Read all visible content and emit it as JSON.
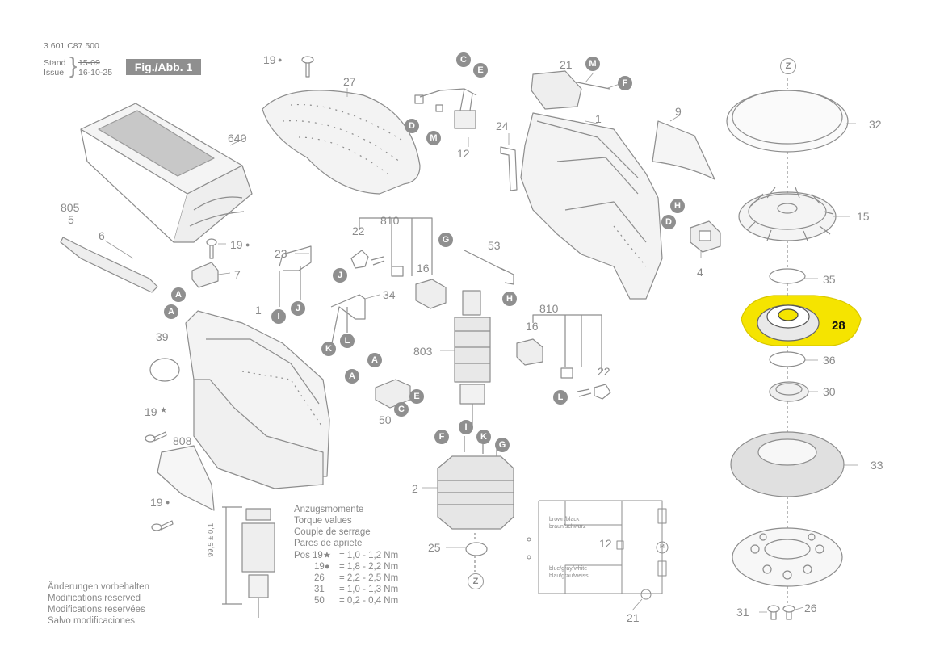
{
  "header": {
    "part_no": "3 601 C87 500",
    "stand_label": "Stand",
    "issue_label": "Issue",
    "stand_value": "15-09",
    "issue_value": "16-10-25",
    "figure": "Fig./Abb. 1"
  },
  "highlight_color": "#f5e400",
  "highlighted_part": "28",
  "parts": {
    "p19a": "19",
    "p27": "27",
    "p21": "21",
    "p1a": "1",
    "p9": "9",
    "p32": "32",
    "p640": "640",
    "p12a": "12",
    "p24": "24",
    "p15": "15",
    "p805": "805",
    "p5": "5",
    "p6": "6",
    "p19b": "19",
    "p7": "7",
    "p23": "23",
    "p22a": "22",
    "p810a": "810",
    "p16a": "16",
    "p53": "53",
    "p4": "4",
    "p35": "35",
    "p1b": "1",
    "p34": "34",
    "p39": "39",
    "p810b": "810",
    "p16b": "16",
    "p803": "803",
    "p22b": "22",
    "p36": "36",
    "p30": "30",
    "p19c": "19",
    "p50": "50",
    "p808": "808",
    "p33": "33",
    "p2": "2",
    "p19d": "19",
    "p25": "25",
    "p12b": "12",
    "p21b": "21",
    "p31": "31",
    "p26": "26"
  },
  "letters": {
    "C1": "C",
    "E1": "E",
    "M1": "M",
    "F1": "F",
    "D1": "D",
    "M2": "M",
    "Z1": "Z",
    "H1": "H",
    "D2": "D",
    "G1": "G",
    "J1": "J",
    "I1": "I",
    "J2": "J",
    "H2": "H",
    "A1": "A",
    "A2": "A",
    "K1": "K",
    "L1": "L",
    "A3": "A",
    "A4": "A",
    "E2": "E",
    "C2": "C",
    "L2": "L",
    "I2": "I",
    "F2": "F",
    "K2": "K",
    "G2": "G",
    "Z2": "Z"
  },
  "torque": {
    "title_de": "Anzugsmomente",
    "title_en": "Torque values",
    "title_fr": "Couple de serrage",
    "title_es": "Pares de apriete",
    "rows": [
      {
        "pos": "Pos 19★",
        "val": "= 1,0 - 1,2 Nm"
      },
      {
        "pos": "19●",
        "val": "= 1,8 - 2,2 Nm"
      },
      {
        "pos": "26",
        "val": "= 2,2 - 2,5 Nm"
      },
      {
        "pos": "31",
        "val": "= 1,0 - 1,3 Nm"
      },
      {
        "pos": "50",
        "val": "= 0,2 - 0,4 Nm"
      }
    ]
  },
  "notes": [
    "Änderungen vorbehalten",
    "Modifications reserved",
    "Modifications reservées",
    "Salvo modificaciones"
  ],
  "wiring": {
    "brown_en": "brown/black",
    "brown_de": "braun/schwarz",
    "blue_en": "blue/gray/white",
    "blue_de": "blau/grau/weiss",
    "motor": "M"
  },
  "dimension": "99,5 ± 0,1"
}
